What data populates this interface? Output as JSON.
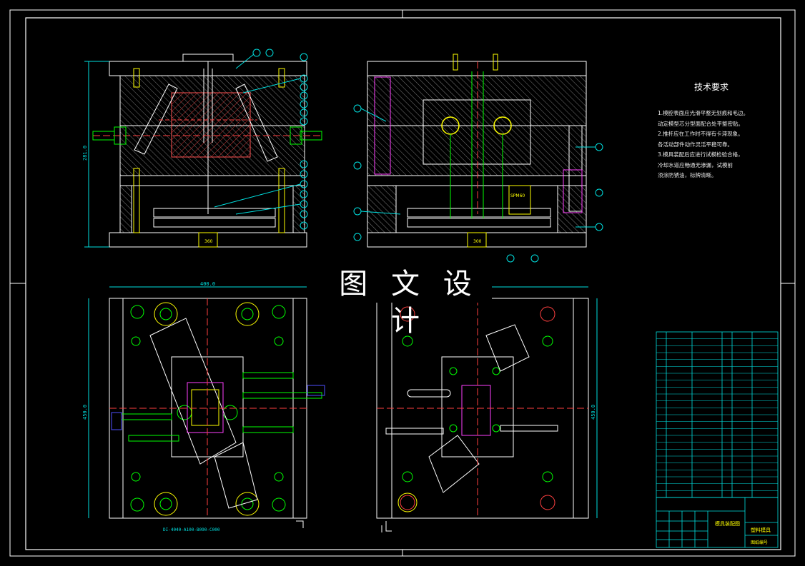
{
  "watermark": "图 文 设 计",
  "technical_requirements": {
    "title": "技术要求",
    "lines": [
      "1.模腔表面应光滑平整无划痕和毛边。",
      "  动定模型芯分型面配合处平整密贴。",
      "2.推杆应在工作时不得有卡滞现象。",
      "  各活动部件动作灵活平稳可靠。",
      "3.模具装配后应进行试模检验合格，",
      "  冷却水道应畅通无渗漏，试模前",
      "  须涂防锈油，标牌清晰。"
    ]
  },
  "dimensions": {
    "front_height": "281.0",
    "plan_width": "400.0",
    "plan_height_left": "450.0",
    "plan_height_right": "450.0",
    "center_label_left": "360",
    "center_label_right": "300",
    "block_label": "SPM60",
    "plan_caption": "DI-4040-A100-B090-C000"
  },
  "parts_table": {
    "rows": 24
  },
  "title_block": {
    "name": "模具装配图",
    "drawing_no": "塑料模具",
    "company": "图纸编号"
  },
  "colors": {
    "background": "#000000",
    "outline": "#ffffff",
    "dimension": "#00e0e0",
    "hatch": "#ff3030",
    "green": "#00ff00",
    "yellow": "#ffff00",
    "magenta": "#ff40ff",
    "blue": "#5050ff"
  }
}
